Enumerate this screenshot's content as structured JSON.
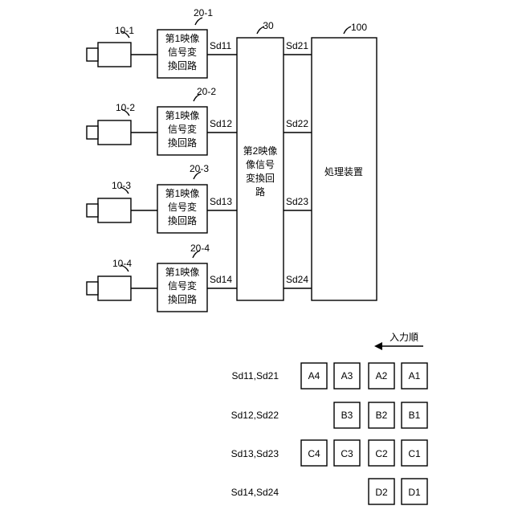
{
  "cameras": [
    {
      "ref": "10-1"
    },
    {
      "ref": "10-2"
    },
    {
      "ref": "10-3"
    },
    {
      "ref": "10-4"
    }
  ],
  "first_converters": [
    {
      "ref": "20-1",
      "label_lines": [
        "第1映像",
        "信号変",
        "換回路"
      ],
      "out_signal": "Sd11"
    },
    {
      "ref": "20-2",
      "label_lines": [
        "第1映像",
        "信号変",
        "換回路"
      ],
      "out_signal": "Sd12"
    },
    {
      "ref": "20-3",
      "label_lines": [
        "第1映像",
        "信号変",
        "換回路"
      ],
      "out_signal": "Sd13"
    },
    {
      "ref": "20-4",
      "label_lines": [
        "第1映像",
        "信号変",
        "換回路"
      ],
      "out_signal": "Sd14"
    }
  ],
  "second_converter": {
    "ref": "30",
    "label_lines": [
      "第2映像",
      "像信号",
      "変換回",
      "路"
    ],
    "out_signals": [
      "Sd21",
      "Sd22",
      "Sd23",
      "Sd24"
    ]
  },
  "processor": {
    "ref": "100",
    "label": "処理装置"
  },
  "input_order_label": "入力順",
  "sequence_rows": [
    {
      "label": "Sd11,Sd21",
      "cells": [
        "A4",
        "A3",
        "A2",
        "A1"
      ]
    },
    {
      "label": "Sd12,Sd22",
      "cells": [
        "",
        "B3",
        "B2",
        "B1"
      ]
    },
    {
      "label": "Sd13,Sd23",
      "cells": [
        "C4",
        "C3",
        "C2",
        "C1"
      ]
    },
    {
      "label": "Sd14,Sd24",
      "cells": [
        "",
        "",
        "D2",
        "D1"
      ]
    }
  ]
}
